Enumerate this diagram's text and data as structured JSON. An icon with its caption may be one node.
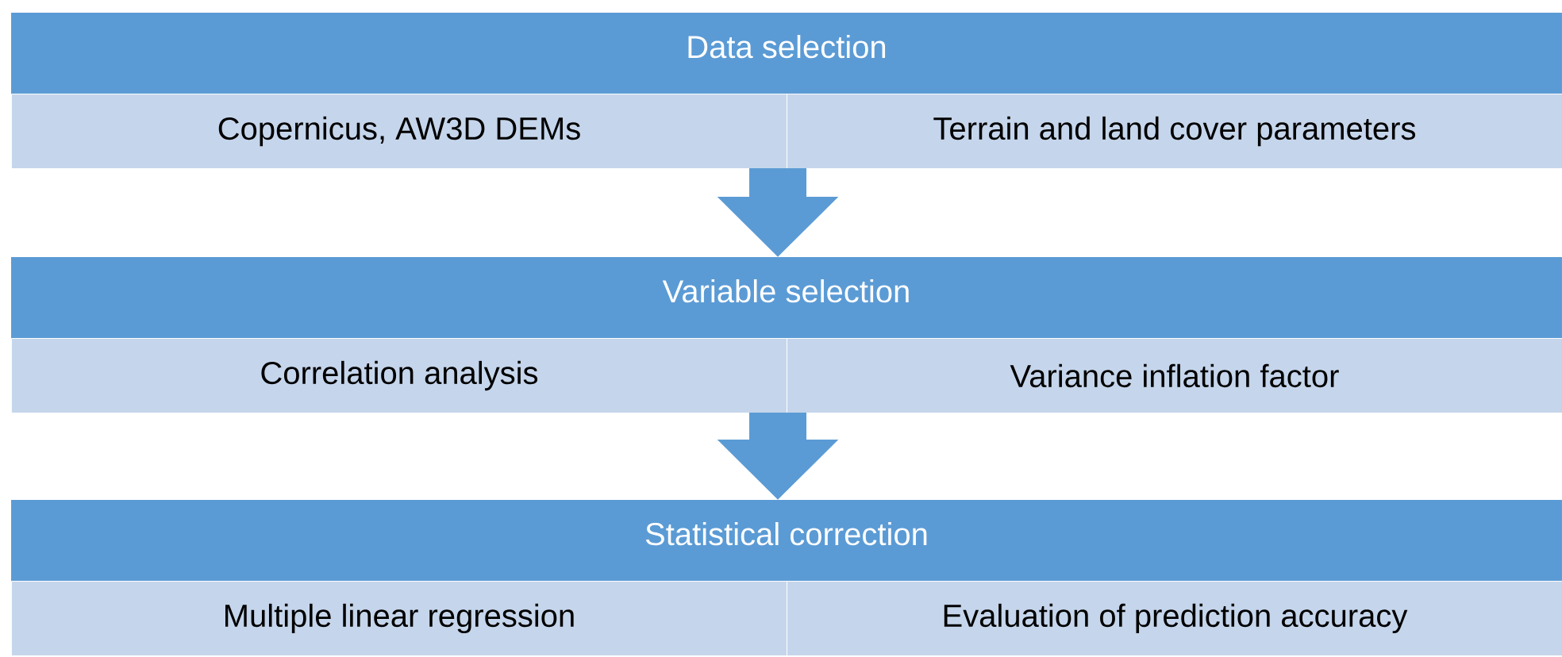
{
  "diagram": {
    "nodes": [
      {
        "text": [
          "Data selection"
        ]
      },
      {
        "text": [
          "Copernicus, AW3D DEMs"
        ],
        "in": 0
      },
      {
        "text": [
          "Terrain and land cover parameters"
        ],
        "in": 0
      },
      {
        "text": [
          "Variable selection"
        ]
      },
      {
        "text": [
          "Correlation analysis"
        ],
        "in": 3
      },
      {
        "text": [
          "Variance inflation factor"
        ],
        "in": 3
      },
      {
        "text": [
          "Statistical correction"
        ]
      },
      {
        "text": [
          "Multiple linear regression"
        ],
        "in": 6
      },
      {
        "text": [
          "Evaluation of prediction accuracy"
        ],
        "in": 6
      }
    ],
    "edges": [
      {
        "from": 0,
        "to": 3,
        "arrow": "to"
      },
      {
        "from": 3,
        "to": 6,
        "arrow": "to"
      }
    ]
  }
}
